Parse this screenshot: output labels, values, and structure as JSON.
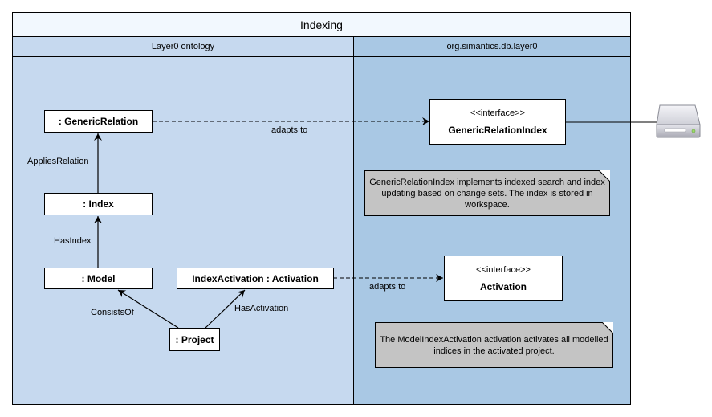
{
  "diagram": {
    "title": "Indexing",
    "lanes": {
      "left": "Layer0 ontology",
      "right": "org.simantics.db.layer0"
    },
    "nodes": {
      "generic_relation": ": GenericRelation",
      "index": ": Index",
      "model": ": Model",
      "index_activation": "IndexActivation : Activation",
      "project": ": Project",
      "generic_relation_index": {
        "stereotype": "<<interface>>",
        "name": "GenericRelationIndex"
      },
      "activation": {
        "stereotype": "<<interface>>",
        "name": "Activation"
      }
    },
    "edges": {
      "applies_relation": "AppliesRelation",
      "has_index": "HasIndex",
      "consists_of": "ConsistsOf",
      "has_activation": "HasActivation",
      "adapts_to_1": "adapts to",
      "adapts_to_2": "adapts to"
    },
    "notes": {
      "note1": "GenericRelationIndex implements indexed search and index updating based on change sets. The index is stored in workspace.",
      "note2": "The ModelIndexActivation activation activates all modelled indices in the activated project."
    },
    "icons": {
      "storage": "hard-drive-icon"
    },
    "colors": {
      "left_lane": "#c6d9ef",
      "right_lane": "#a9c8e4",
      "title_bar": "#f2f8fe",
      "note": "#c4c4c4"
    }
  }
}
